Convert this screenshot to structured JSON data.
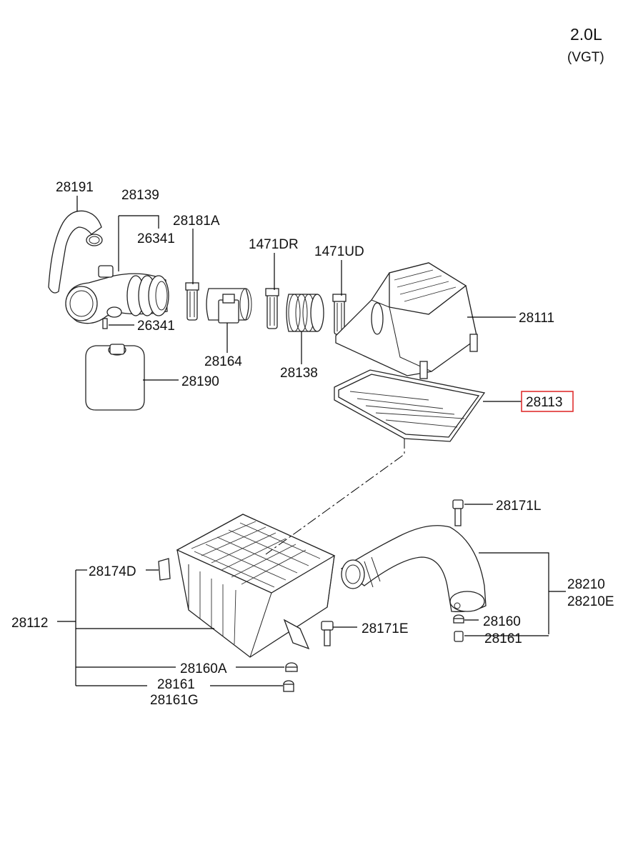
{
  "engine": {
    "displacement": "2.0L",
    "variant": "(VGT)"
  },
  "labels": {
    "p28191": "28191",
    "p28139": "28139",
    "p26341a": "26341",
    "p26341b": "26341",
    "p28181A": "28181A",
    "p1471DR": "1471DR",
    "p1471UD": "1471UD",
    "p28111": "28111",
    "p28164": "28164",
    "p28138": "28138",
    "p28190": "28190",
    "p28113": "28113",
    "p28171L": "28171L",
    "p28174D": "28174D",
    "p28210": "28210",
    "p28210E": "28210E",
    "p28112": "28112",
    "p28160": "28160",
    "p28171E": "28171E",
    "p28161a": "28161",
    "p28160A": "28160A",
    "p28161b": "28161",
    "p28161G": "28161G"
  },
  "highlight": {
    "part": "28113",
    "color": "#e03030"
  }
}
